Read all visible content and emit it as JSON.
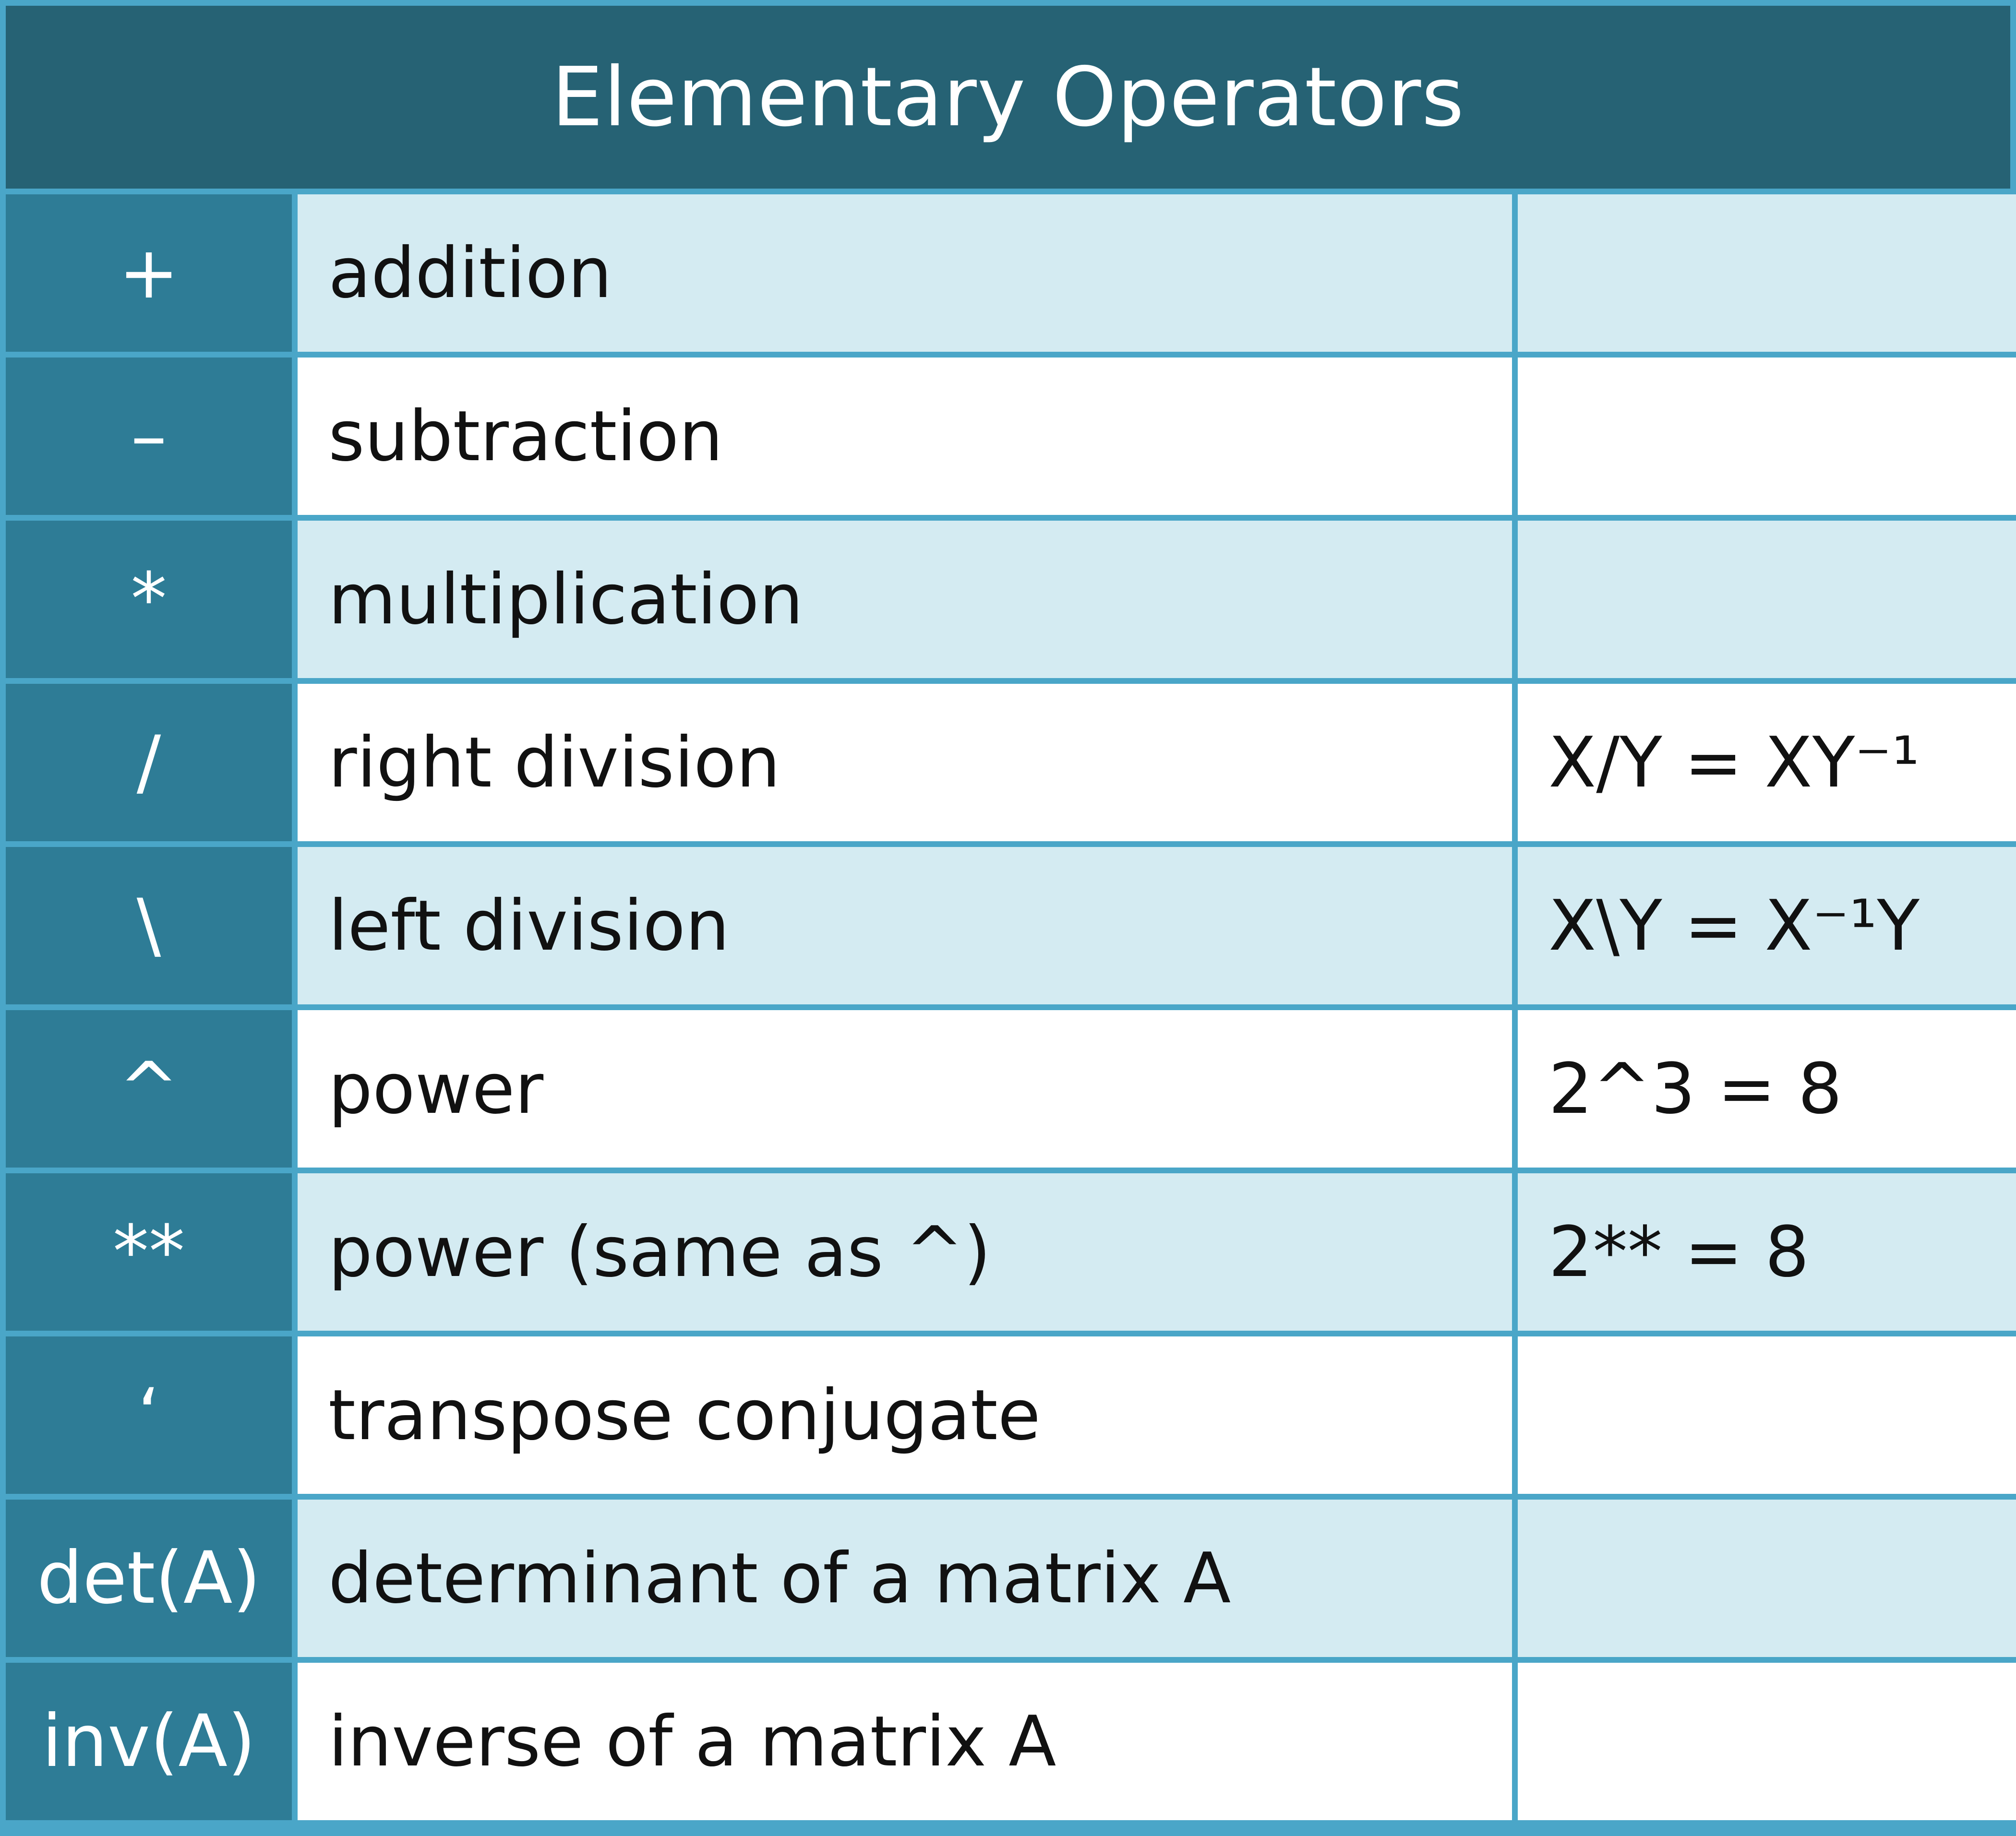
{
  "title": "Elementary Operators",
  "rows": [
    {
      "op": "+",
      "desc": "addition",
      "ex": ""
    },
    {
      "op": "–",
      "desc": "subtraction",
      "ex": ""
    },
    {
      "op": "*",
      "desc": "multiplication",
      "ex": ""
    },
    {
      "op": "/",
      "desc": "right division",
      "ex": "X/Y = XY⁻¹"
    },
    {
      "op": "\\",
      "desc": "left division",
      "ex": "X\\Y = X⁻¹Y"
    },
    {
      "op": "^",
      "desc": "power",
      "ex": "2^3 = 8"
    },
    {
      "op": "**",
      "desc": "power (same as ^)",
      "ex": "2** = 8"
    },
    {
      "op": "‘",
      "desc": "transpose conjugate",
      "ex": ""
    },
    {
      "op": "det(A)",
      "desc": "determinant of a matrix A",
      "ex": ""
    },
    {
      "op": "inv(A)",
      "desc": "inverse of a matrix A",
      "ex": ""
    }
  ],
  "colors": {
    "header": "#266274",
    "operator_column": "#2e7c96",
    "grid_lines": "#4aa6c8",
    "row_light": "#d4ebf2",
    "row_white": "#ffffff"
  }
}
